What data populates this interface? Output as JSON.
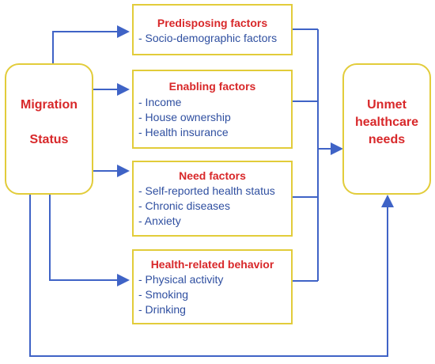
{
  "colors": {
    "arrow": "#3f63c6",
    "box_border": "#e2cc3a",
    "title_red": "#d8282a",
    "item_blue": "#2f4fa0"
  },
  "migration": {
    "line1": "Migration",
    "line2": "Status"
  },
  "outcome": {
    "line1": "Unmet",
    "line2": "healthcare",
    "line3": "needs"
  },
  "groups": [
    {
      "title": "Predisposing factors",
      "items": [
        "- Socio-demographic factors"
      ]
    },
    {
      "title": "Enabling factors",
      "items": [
        "- Income",
        "- House ownership",
        "- Health insurance"
      ]
    },
    {
      "title": "Need factors",
      "items": [
        "- Self-reported health status",
        "- Chronic diseases",
        "- Anxiety"
      ]
    },
    {
      "title": "Health-related behavior",
      "items": [
        "- Physical activity",
        "- Smoking",
        "- Drinking"
      ]
    }
  ]
}
